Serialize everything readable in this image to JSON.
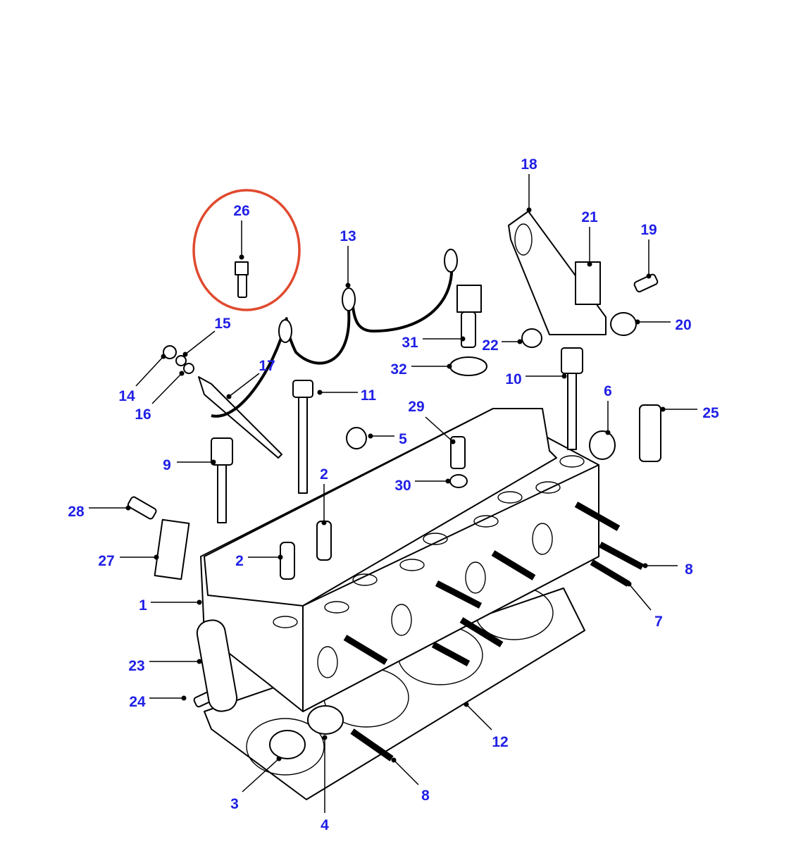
{
  "diagram": {
    "title": "Cylinder head exploded parts diagram",
    "highlight_color": "#e04a2e",
    "label_color": "#1f1fe6",
    "highlighted_callout": "26",
    "callouts": [
      "26",
      "13",
      "18",
      "21",
      "19",
      "20",
      "15",
      "14",
      "16",
      "17",
      "31",
      "22",
      "32",
      "10",
      "11",
      "6",
      "25",
      "29",
      "5",
      "9",
      "2",
      "30",
      "28",
      "2",
      "27",
      "8",
      "7",
      "1",
      "23",
      "24",
      "12",
      "3",
      "4",
      "8"
    ]
  }
}
